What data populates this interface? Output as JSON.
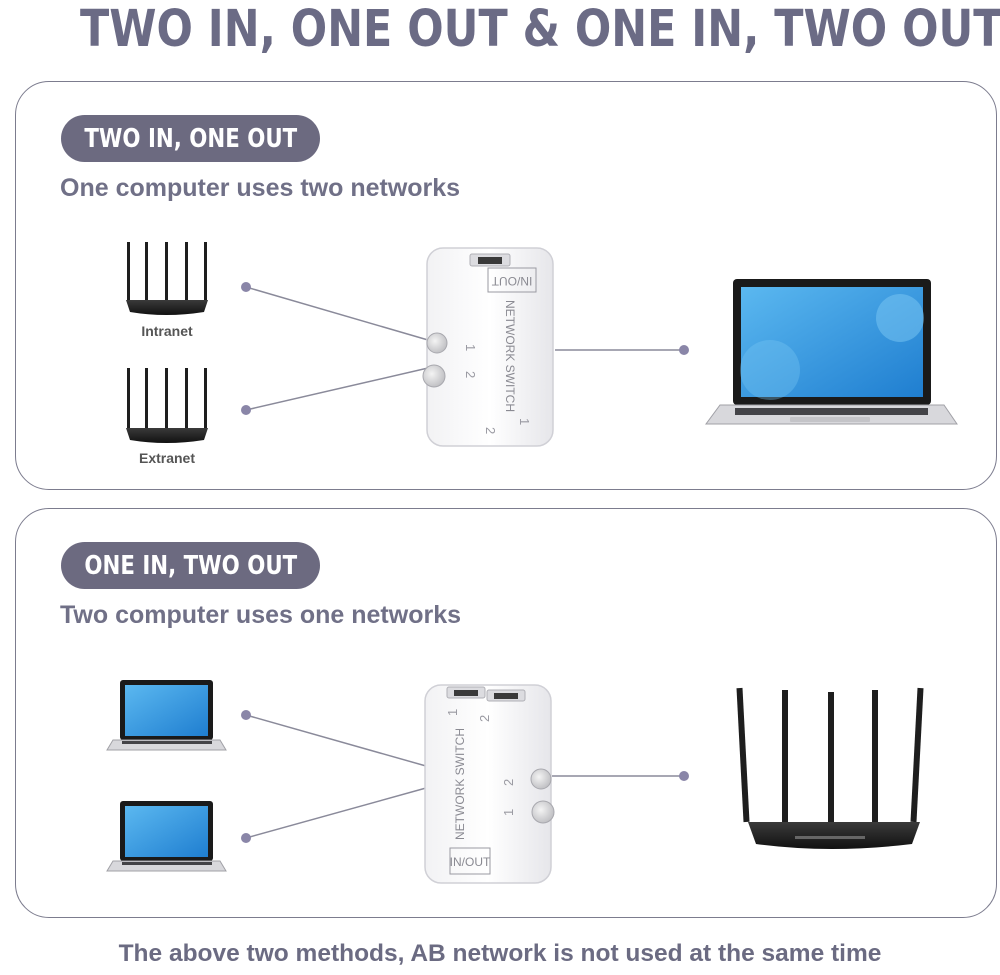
{
  "title": "TWO IN, ONE OUT & ONE IN, TWO OUT",
  "panel_top": {
    "badge": "TWO IN, ONE OUT",
    "subtitle": "One computer uses two networks",
    "router_labels": [
      "Intranet",
      "Extranet"
    ],
    "switch_label": "IN/OUT",
    "switch_brand": "NETWORK SWITCH",
    "port_numbers": [
      "1",
      "2"
    ]
  },
  "panel_bottom": {
    "badge": "ONE IN, TWO OUT",
    "subtitle": "Two computer uses one networks",
    "switch_label": "IN/OUT",
    "switch_brand": "NETWORK SWITCH",
    "port_numbers": [
      "1",
      "2"
    ]
  },
  "footer": "The above two methods, AB network is not used at the same time",
  "colors": {
    "title": "#6b6b85",
    "badge_bg": "#6c6a80",
    "panel_border": "#7c7c8e",
    "connector": "#8a8a9a",
    "screen": "#3a9be0"
  }
}
